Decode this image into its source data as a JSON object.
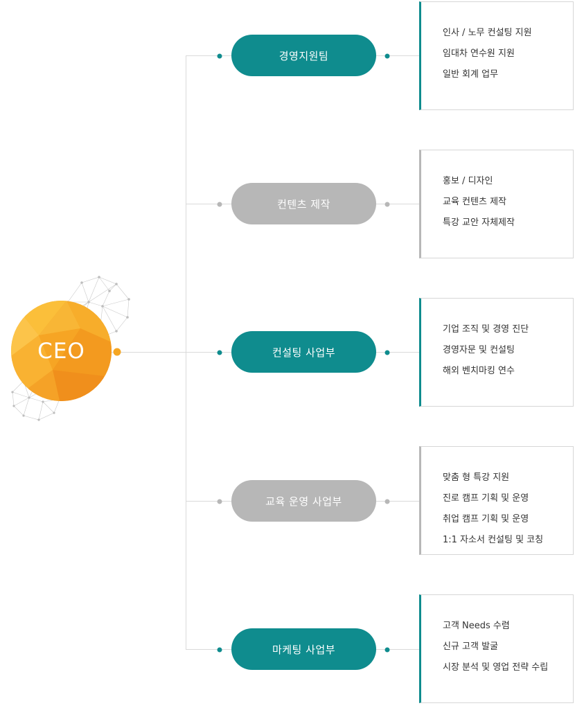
{
  "ceo": {
    "label": "CEO",
    "color": "#f5a623"
  },
  "colors": {
    "teal": "#0f8c8e",
    "gray": "#b7b7b7",
    "line": "#d9d9d9"
  },
  "departments": [
    {
      "name": "경영지원팀",
      "style": "teal",
      "items": [
        "인사 / 노무 컨설팅 지원",
        "임대차 연수원 지원",
        "일반 회계 업무"
      ]
    },
    {
      "name": "컨텐츠 제작",
      "style": "gray",
      "items": [
        "홍보 / 디자인",
        "교육 컨텐츠 제작",
        "특강 교안 자체제작"
      ]
    },
    {
      "name": "컨설팅 사업부",
      "style": "teal",
      "items": [
        "기업 조직 및 경영 진단",
        "경영자문 및 컨설팅",
        "해외 벤치마킹 연수"
      ]
    },
    {
      "name": "교육 운영 사업부",
      "style": "gray",
      "items": [
        "맞춤 형 특강 지원",
        "진로 캠프 기획 및 운영",
        "취업 캠프 기획 및 운영",
        "1:1 자소서 컨설팅 및 코칭"
      ]
    },
    {
      "name": "마케팅 사업부",
      "style": "teal",
      "items": [
        "고객 Needs 수렴",
        "신규 고객 발굴",
        "시장 분석 및 영업 전략 수립"
      ]
    }
  ]
}
